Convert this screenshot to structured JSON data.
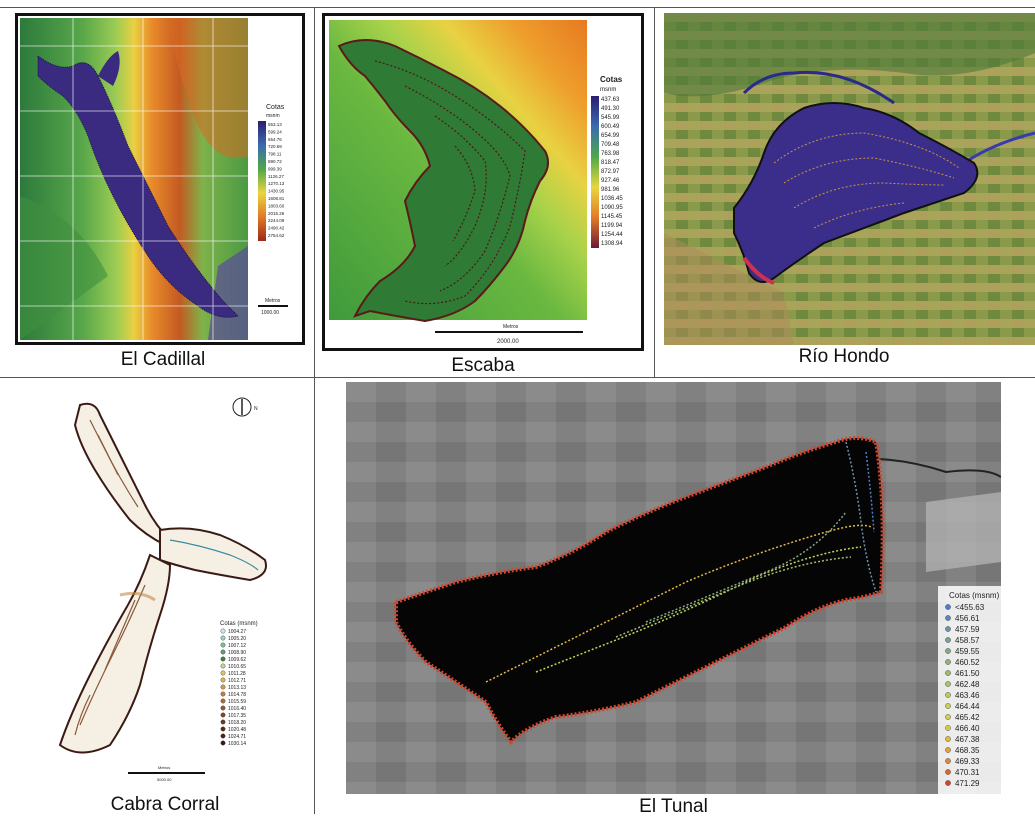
{
  "panels": {
    "cadillal": {
      "caption": "El Cadillal",
      "legend_title": "Cotas",
      "legend_unit": "msnm",
      "legend_values": [
        "553.13",
        "599.24",
        "654.76",
        "720.69",
        "798.11",
        "890.72",
        "999.39",
        "1126.27",
        "1270.13",
        "1430.95",
        "1608.81",
        "1803.60",
        "2015.26",
        "2244.09",
        "2490.42",
        "2754.62"
      ],
      "scale_label": "Metros",
      "scale_value": "1000.00"
    },
    "escaba": {
      "caption": "Escaba",
      "legend_title": "Cotas",
      "legend_unit": "msnm",
      "legend_values": [
        "437.63",
        "491.30",
        "545.99",
        "600.49",
        "654.99",
        "709.48",
        "763.98",
        "818.47",
        "872.97",
        "927.46",
        "981.96",
        "1036.45",
        "1090.95",
        "1145.45",
        "1199.94",
        "1254.44",
        "1308.94"
      ],
      "scale_label": "Metros",
      "scale_value": "2000.00"
    },
    "riohondo": {
      "caption": "Río Hondo"
    },
    "cabra": {
      "caption": "Cabra Corral",
      "legend_title": "Cotas (msnm)",
      "legend_values": [
        "1004.27",
        "1005.20",
        "1007.12",
        "1008.90",
        "1009.62",
        "1010.65",
        "1011.28",
        "1012.71",
        "1013.13",
        "1014.78",
        "1015.59",
        "1016.40",
        "1017.35",
        "1018.20",
        "1020.48",
        "1024.71",
        "1030.14"
      ],
      "legend_colors": [
        "#cfe3f2",
        "#9fd0c8",
        "#7fbf9a",
        "#5f9f6e",
        "#3f7f4a",
        "#c9d67a",
        "#d8c86a",
        "#e0b35a",
        "#d69a4a",
        "#c4803e",
        "#b06a34",
        "#9a562e",
        "#844628",
        "#6e3822",
        "#5a2c1e",
        "#4a221a",
        "#3a1a16"
      ],
      "scale_label": "Metros",
      "scale_value": "5000.00",
      "north_label": "N"
    },
    "tunal": {
      "caption": "El Tunal",
      "legend_title": "Cotas (msnm)",
      "legend_values": [
        "<455.63",
        "456.61",
        "457.59",
        "458.57",
        "459.55",
        "460.52",
        "461.50",
        "462.48",
        "463.46",
        "464.44",
        "465.42",
        "466.40",
        "467.38",
        "468.35",
        "469.33",
        "470.31",
        "471.29"
      ],
      "legend_colors": [
        "#4a7fd0",
        "#5c88b8",
        "#6e93a8",
        "#7a9e98",
        "#86a888",
        "#92b27a",
        "#9ebc6e",
        "#aac464",
        "#b8cc5c",
        "#c6d256",
        "#d2d050",
        "#dcc84a",
        "#e2b844",
        "#e6a03e",
        "#e48438",
        "#de6432",
        "#d4442c"
      ]
    }
  }
}
